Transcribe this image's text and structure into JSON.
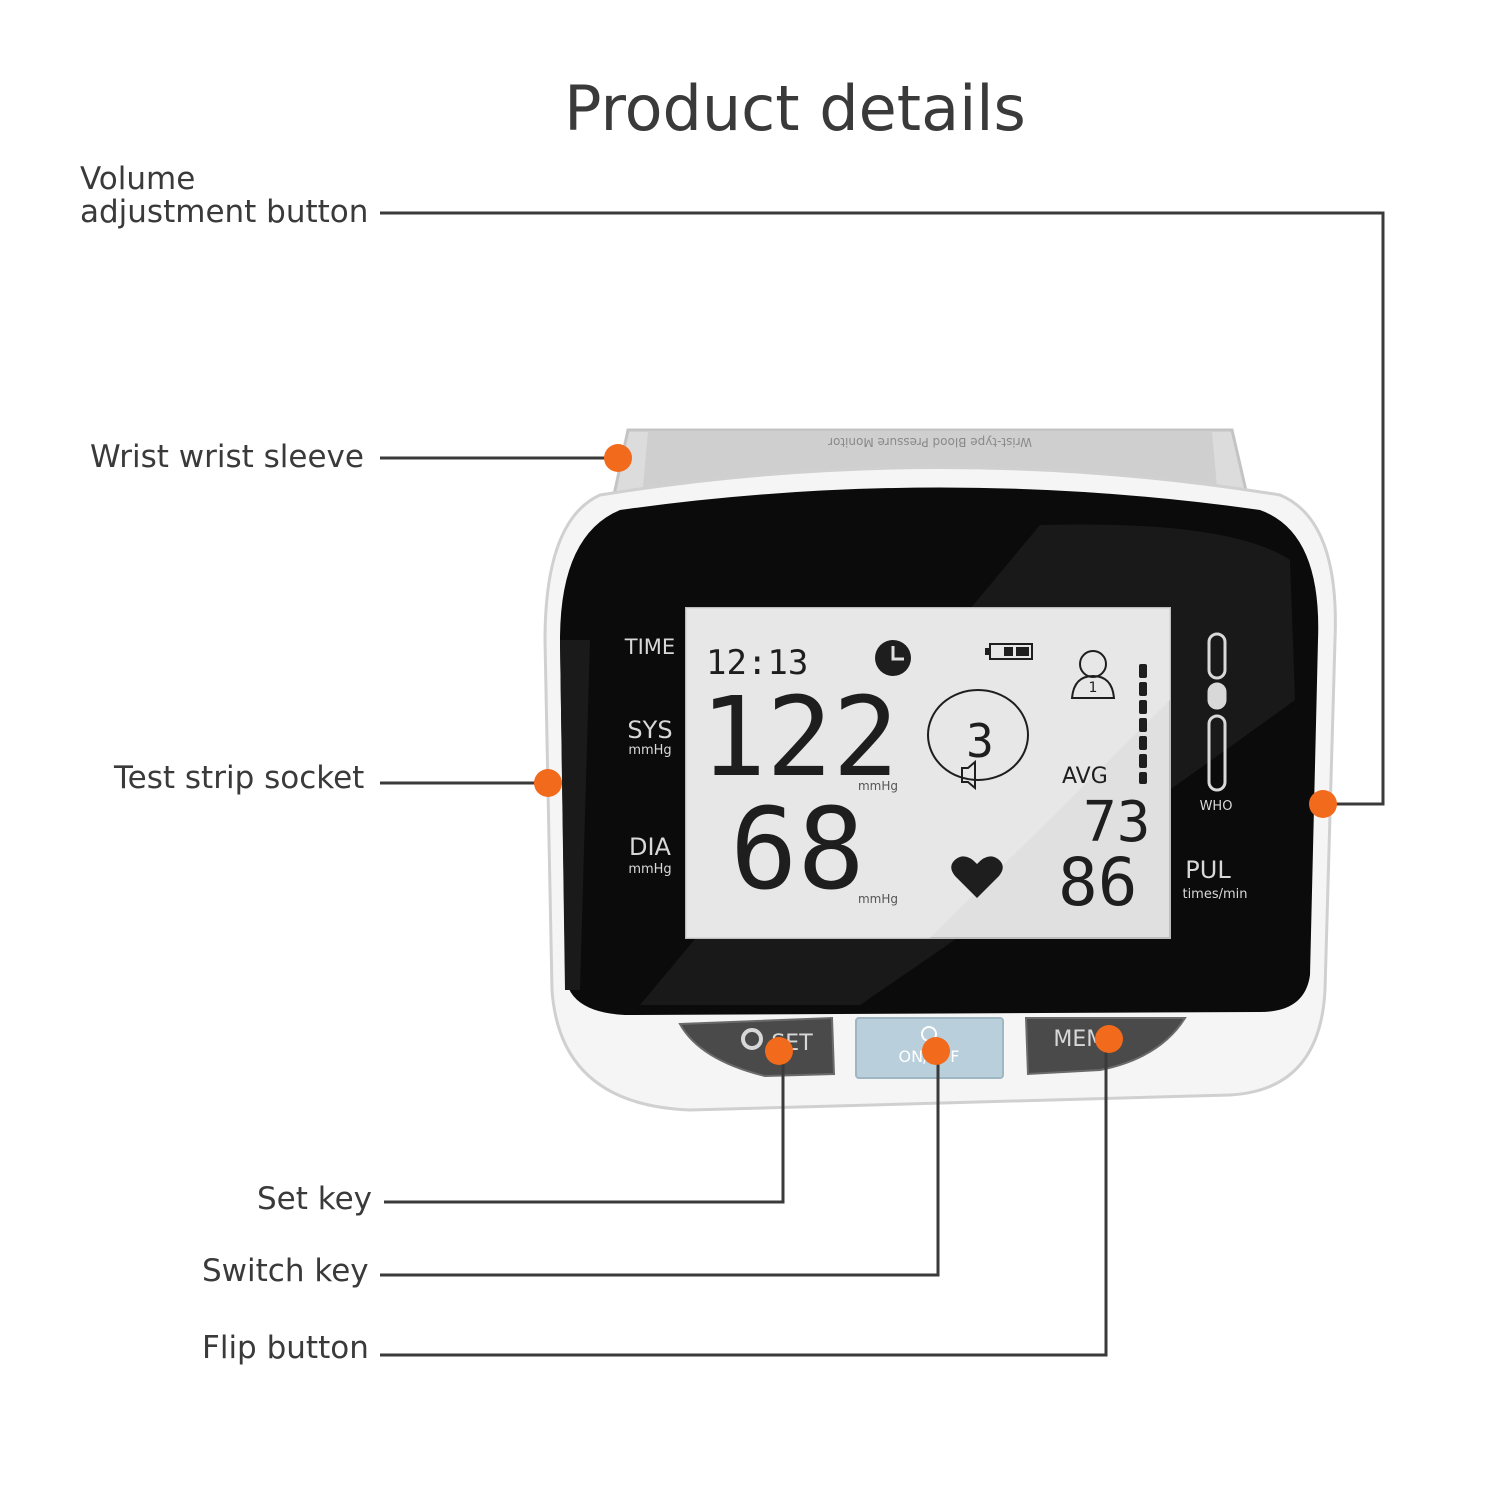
{
  "title": "Product details",
  "callouts": {
    "volume": {
      "line1": "Volume",
      "line2": "adjustment button"
    },
    "sleeve": "Wrist wrist sleeve",
    "socket": "Test strip socket",
    "set_key": "Set key",
    "switch_key": "Switch key",
    "flip_button": "Flip button"
  },
  "device": {
    "sleeve_print": "Wrist-type Blood Pressure Monitor",
    "lcd": {
      "time_label": "TIME",
      "time_value": "12:13",
      "sys_label": "SYS",
      "sys_unit": "mmHg",
      "sys_value": "122",
      "sys_value_unit": "mmHg",
      "dia_label": "DIA",
      "dia_unit": "mmHg",
      "dia_value": "68",
      "dia_value_unit": "mmHg",
      "user_number": "1",
      "volume_level": "3",
      "avg_label": "AVG",
      "avg_value": "73",
      "pulse_value": "86",
      "pul_label": "PUL",
      "pul_unit": "times/min",
      "who_label": "WHO"
    },
    "buttons": {
      "set": "SET",
      "power": "ON/OFF",
      "mem": "MEMO"
    }
  },
  "colors": {
    "marker": "#f26a1b",
    "leader": "#3a3a3a",
    "lcd_bg": "#e2e2e2",
    "power_button": "#b9cfdb"
  }
}
